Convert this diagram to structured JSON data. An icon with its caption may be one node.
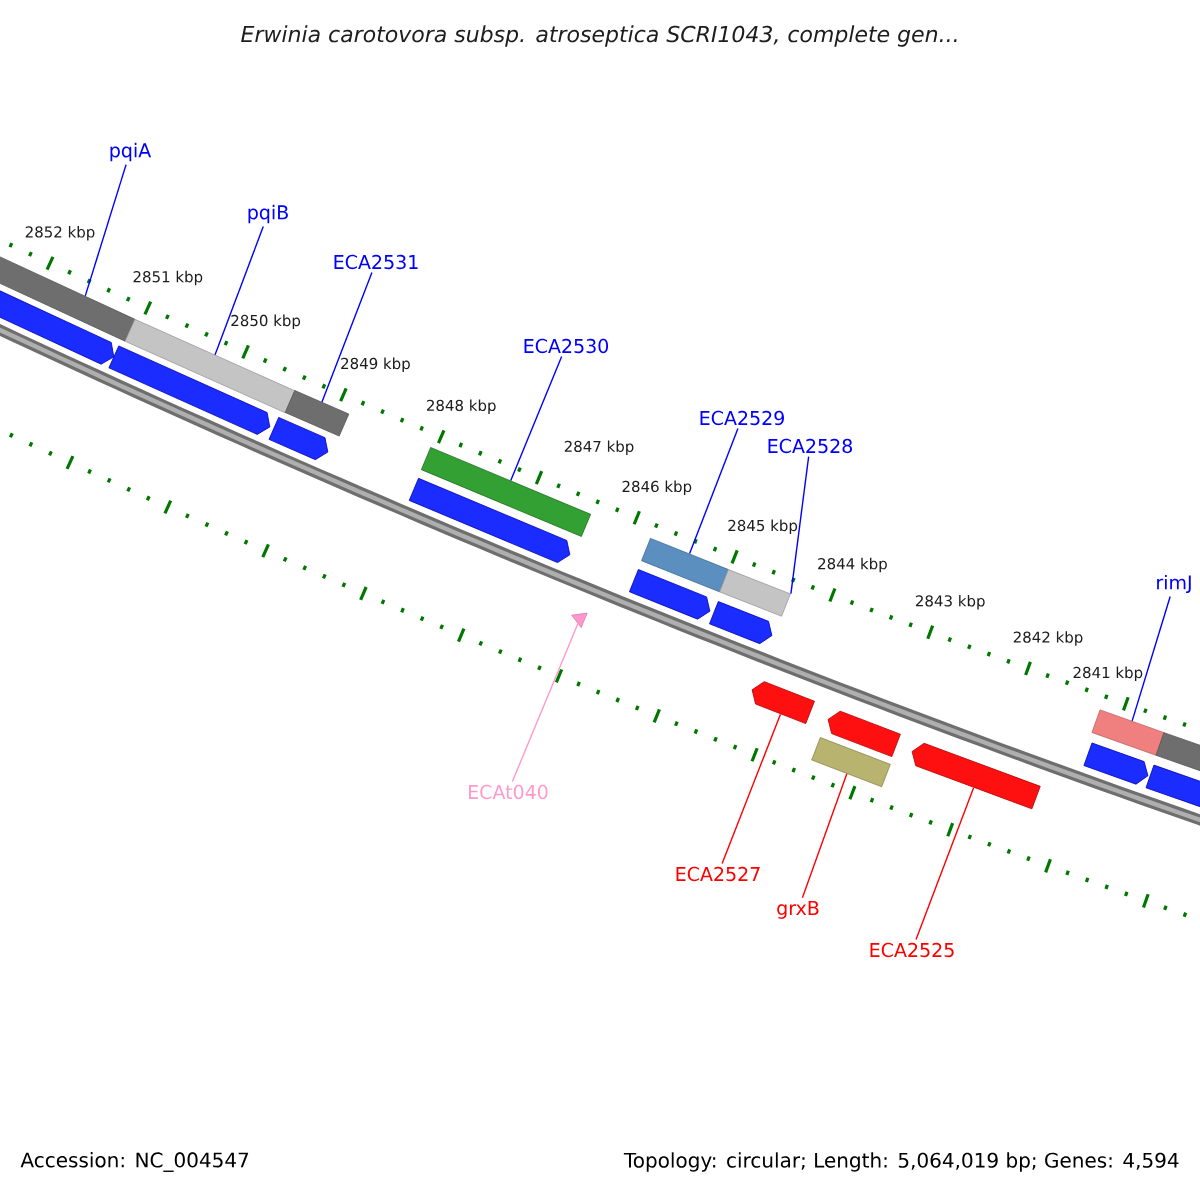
{
  "diagram": {
    "title": "Erwinia carotovora subsp. atroseptica SCRI1043, complete gen...",
    "nodes": [
      {
        "text": [
          "pqiA"
        ]
      },
      {
        "text": [
          "pqiB"
        ]
      },
      {
        "text": [
          "ECA2531"
        ]
      },
      {
        "text": [
          "ECA2530"
        ]
      },
      {
        "text": [
          "ECA2529"
        ]
      },
      {
        "text": [
          "ECA2528"
        ]
      },
      {
        "text": [
          "rimJ"
        ]
      },
      {
        "text": [
          "ECAt040"
        ]
      },
      {
        "text": [
          "ECA2527"
        ]
      },
      {
        "text": [
          "grxB"
        ]
      },
      {
        "text": [
          "ECA2525"
        ]
      },
      {
        "text": [],
        "shape": "arrow"
      },
      {
        "text": [],
        "shape": "bar"
      },
      {
        "text": [],
        "shape": "arrow"
      },
      {
        "text": [],
        "shape": "bar"
      },
      {
        "text": [],
        "shape": "arrow"
      },
      {
        "text": [],
        "shape": "bar"
      },
      {
        "text": [],
        "shape": "arrow"
      },
      {
        "text": [],
        "shape": "bar"
      },
      {
        "text": [],
        "shape": "triangle"
      },
      {
        "text": [],
        "shape": "arrow"
      },
      {
        "text": [],
        "shape": "bar"
      },
      {
        "text": [],
        "shape": "arrow"
      },
      {
        "text": [],
        "shape": "bar"
      },
      {
        "text": [],
        "shape": "arrow"
      },
      {
        "text": [],
        "shape": "bar"
      },
      {
        "text": [],
        "shape": "arrow"
      },
      {
        "text": [],
        "shape": "arrow"
      },
      {
        "text": [],
        "shape": "arrow"
      },
      {
        "text": [],
        "shape": "bar"
      },
      {
        "text": [],
        "shape": "arrow"
      },
      {
        "text": [],
        "shape": "bar"
      }
    ],
    "edges": [
      {
        "from": 0,
        "to": 12,
        "arrow": "none"
      },
      {
        "from": 1,
        "to": 14,
        "arrow": "none"
      },
      {
        "from": 2,
        "to": 16,
        "arrow": "none"
      },
      {
        "from": 3,
        "to": 18,
        "arrow": "none"
      },
      {
        "from": 4,
        "to": 21,
        "arrow": "none"
      },
      {
        "from": 5,
        "to": 23,
        "arrow": "none"
      },
      {
        "from": 6,
        "to": 29,
        "arrow": "none"
      },
      {
        "from": 7,
        "to": 19,
        "arrow": "none",
        "color": "#ff99cc"
      },
      {
        "from": 8,
        "to": 24,
        "arrow": "none",
        "color": "#ff0000"
      },
      {
        "from": 9,
        "to": 25,
        "arrow": "none",
        "color": "#ff0000"
      },
      {
        "from": 10,
        "to": 27,
        "arrow": "none",
        "color": "#ff0000"
      }
    ],
    "labels": [
      "2852 kbp",
      "2851 kbp",
      "2850 kbp",
      "2849 kbp",
      "2848 kbp",
      "2847 kbp",
      "2846 kbp",
      "2845 kbp",
      "2844 kbp",
      "2843 kbp",
      "2842 kbp",
      "2841 kbp",
      "Accession: NC_004547",
      "Topology: circular; Length: 5,064,019 bp; Genes: 4,594"
    ]
  }
}
